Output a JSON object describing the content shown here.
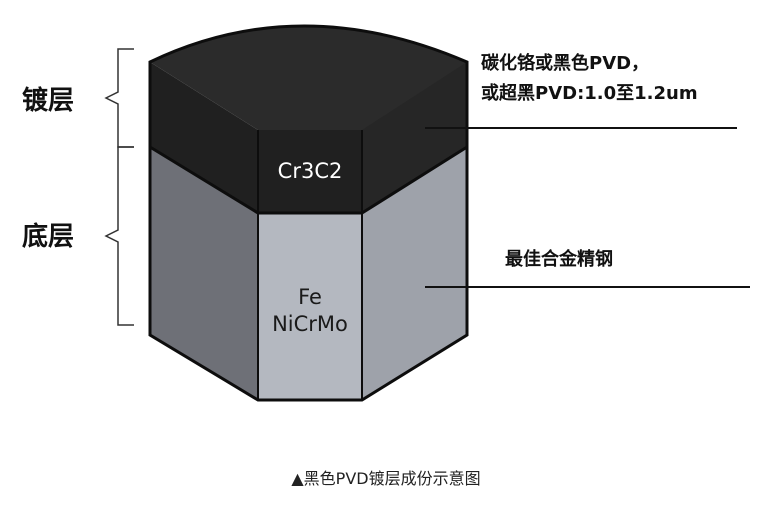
{
  "labels": {
    "coating_side": "镀层",
    "substrate_side": "底层",
    "coating_desc_line1": "碳化铬或黑色PVD，",
    "coating_desc_line2": "或超黑PVD:1.0至1.2um",
    "coating_face": "Cr3C2",
    "substrate_desc": "最佳合金精钢",
    "substrate_face_line1": "Fe",
    "substrate_face_line2": "NiCrMo"
  },
  "caption": "▲黑色PVD镀层成份示意图",
  "colors": {
    "coating_top": "#2b2b2b",
    "coating_front": "#202020",
    "coating_right": "#262626",
    "substrate_left": "#6e7077",
    "substrate_front": "#b4b8c0",
    "substrate_right": "#9ea2aa",
    "edge": "#0d0d0d",
    "face_text_coating": "#ffffff",
    "face_text_substrate": "#1a1a1a"
  }
}
